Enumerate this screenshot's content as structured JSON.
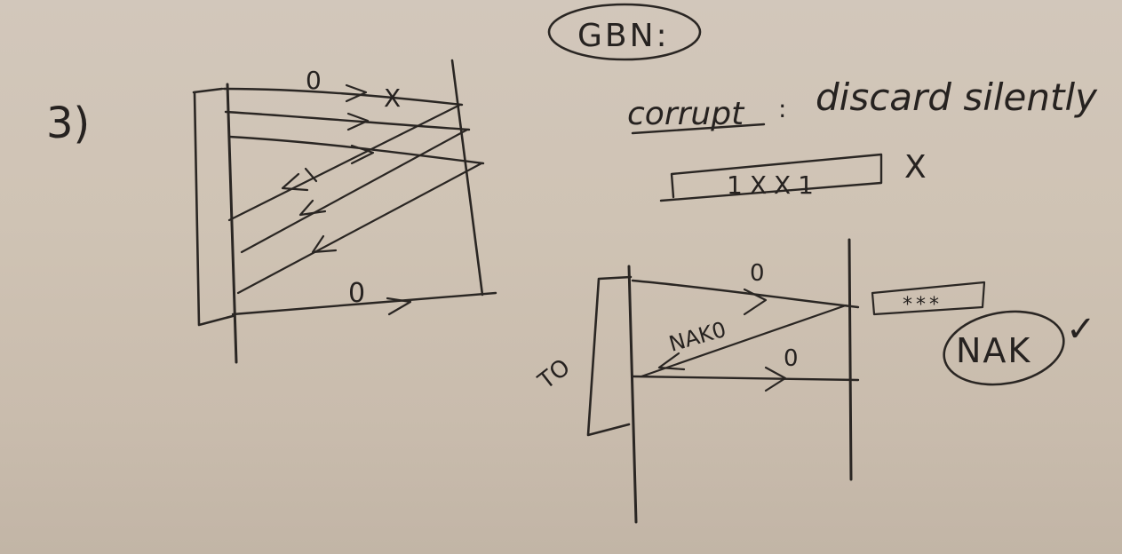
{
  "board": {
    "background": "#cfc3b4",
    "ink": "#2a2623"
  },
  "labels": {
    "problem_number": "3)",
    "frame0_top": "0",
    "lost_mark": "X",
    "frame0_resend": "0",
    "gbn_title": "GBN:",
    "corrupt_word": "corrupt",
    "discard_text": "discard silently",
    "corrupt_packet": "1XX1",
    "reject_mark": "X",
    "frame0_send": "0",
    "damaged_packet": "***",
    "nak_arrow": "NAK0",
    "frame0_retx": "0",
    "timeout_label": "TO",
    "nak_circled": "NAK",
    "check_mark": "✓"
  }
}
